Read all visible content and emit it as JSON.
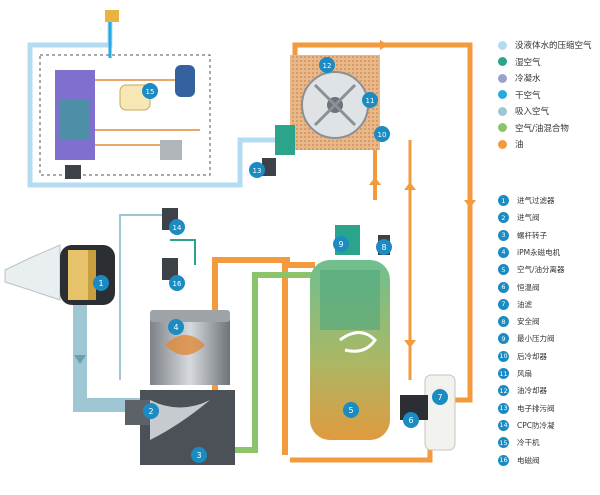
{
  "legend": {
    "fluids": [
      {
        "label": "没液体水的压缩空气",
        "color": "#b3dcf3"
      },
      {
        "label": "湿空气",
        "color": "#2aa58c"
      },
      {
        "label": "冷凝水",
        "color": "#9aa2c9"
      },
      {
        "label": "干空气",
        "color": "#27a9e1"
      },
      {
        "label": "吸入空气",
        "color": "#9fc6d3"
      },
      {
        "label": "空气/油混合物",
        "color": "#8dc36b"
      },
      {
        "label": "油",
        "color": "#f29a3c"
      }
    ],
    "components": [
      {
        "num": "1",
        "label": "进气过滤器"
      },
      {
        "num": "2",
        "label": "进气阀"
      },
      {
        "num": "3",
        "label": "螺杆转子"
      },
      {
        "num": "4",
        "label": "iPM永磁电机"
      },
      {
        "num": "5",
        "label": "空气/油分离器"
      },
      {
        "num": "6",
        "label": "恒温阀"
      },
      {
        "num": "7",
        "label": "油滤"
      },
      {
        "num": "8",
        "label": "安全阀"
      },
      {
        "num": "9",
        "label": "最小压力阀"
      },
      {
        "num": "10",
        "label": "后冷却器"
      },
      {
        "num": "11",
        "label": "风扇"
      },
      {
        "num": "12",
        "label": "油冷却器"
      },
      {
        "num": "13",
        "label": "电子排污阀"
      },
      {
        "num": "14",
        "label": "CPC防冷凝"
      },
      {
        "num": "15",
        "label": "冷干机"
      },
      {
        "num": "16",
        "label": "电磁阀"
      }
    ]
  },
  "badges": {
    "b1": "1",
    "b2": "2",
    "b3": "3",
    "b4": "4",
    "b5": "5",
    "b6": "6",
    "b7": "7",
    "b8": "8",
    "b9": "9",
    "b10": "10",
    "b11": "11",
    "b12": "12",
    "b13": "13",
    "b14": "14",
    "b15": "15",
    "b16": "16"
  },
  "icons": {
    "fan": "fan-icon",
    "motor": "motor-icon",
    "filter": "filter-icon",
    "separator": "separator-tank-icon",
    "dryer": "dryer-icon",
    "valve": "valve-icon"
  }
}
